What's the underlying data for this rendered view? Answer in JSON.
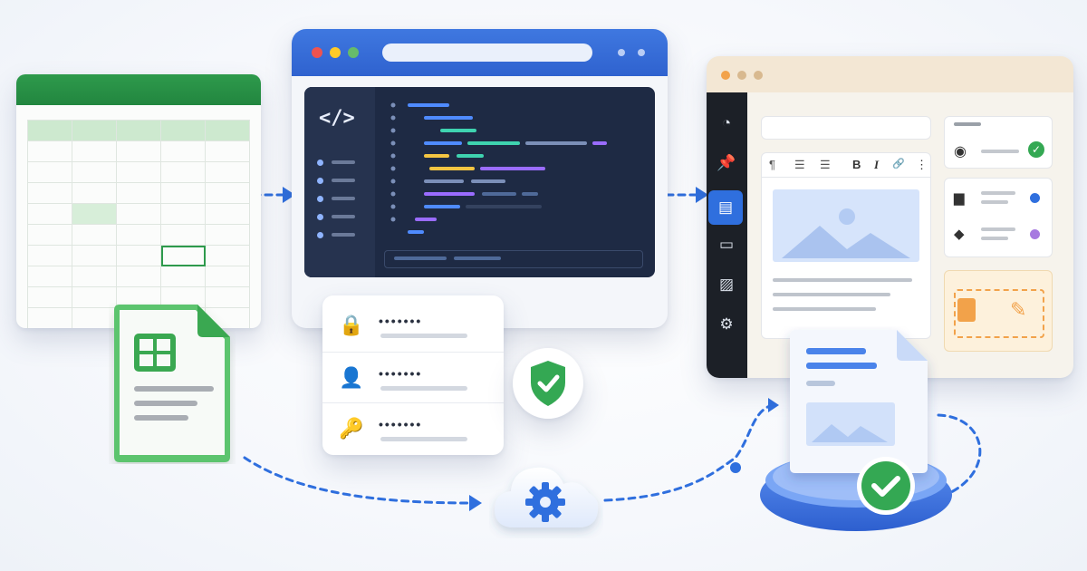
{
  "colors": {
    "brand_blue": "#2f6fde",
    "sheet_green": "#2e9a4c",
    "editor_bg": "#1e2a44",
    "cms_bar": "#f3e7d4",
    "success": "#34a853"
  },
  "editor": {
    "code_icon": "</>",
    "window_buttons": [
      "close",
      "minimize",
      "maximize"
    ]
  },
  "cms": {
    "toolbar": [
      "¶",
      "☰",
      "☰",
      "B",
      "I",
      "🔗",
      "⋮"
    ],
    "rail_icons": [
      "dashboard-icon",
      "pin-icon",
      "posts-icon",
      "comments-icon",
      "media-icon",
      "settings-icon"
    ]
  },
  "credentials": [
    {
      "icon": "lock-icon",
      "masked": "•••••••"
    },
    {
      "icon": "user-icon",
      "masked": "•••••••"
    },
    {
      "icon": "key-icon",
      "masked": "•••••••"
    }
  ],
  "icons": [
    "spreadsheet-file-icon",
    "shield-check-icon",
    "cloud-gear-icon",
    "published-document-icon",
    "check-badge-icon"
  ]
}
